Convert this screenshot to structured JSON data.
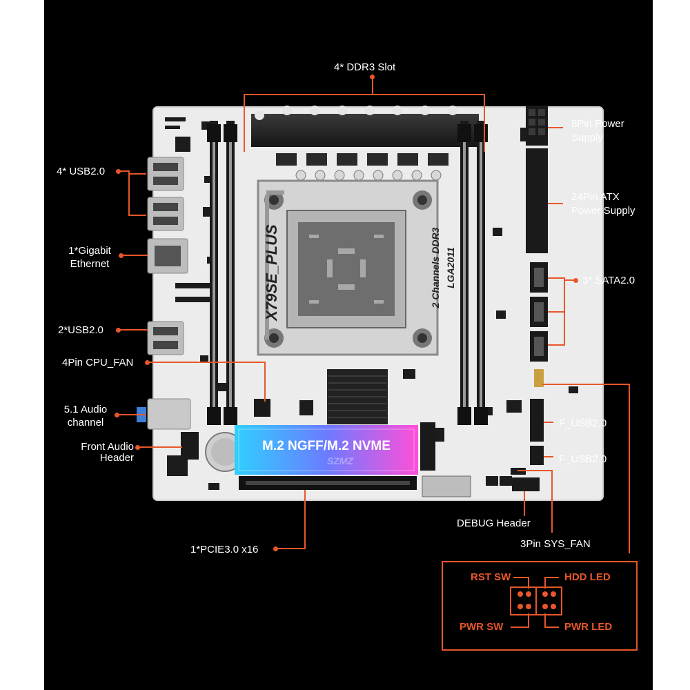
{
  "board": {
    "model": "X79SE_PLUS",
    "chipset_text_line1": "2 Channels DDR3",
    "chipset_text_line2": "LGA2011",
    "m2_label": "M.2 NGFF/M.2 NVME",
    "m2_brand": "SZMZ"
  },
  "labels": {
    "ddr3": "4* DDR3 Slot",
    "usb_rear_4": "4* USB2.0",
    "ethernet_l1": "1*Gigabit",
    "ethernet_l2": "Ethernet",
    "usb_rear_2": "2*USB2.0",
    "cpu_fan": "4Pin CPU_FAN",
    "audio_l1": "5.1 Audio",
    "audio_l2": "channel",
    "front_audio_l1": "Front Audio",
    "front_audio_l2": "Header",
    "pcie": "1*PCIE3.0 x16",
    "power8_l1": "8Pin Power",
    "power8_l2": "Supply",
    "atx24_l1": "24Pin ATX",
    "atx24_l2": "Power Supply",
    "sata": "3* SATA2.0",
    "f_usb_1": "F_USB2.0",
    "f_usb_2": "F_USB2.0",
    "debug": "DEBUG Header",
    "sys_fan": "3Pin SYS_FAN"
  },
  "panel_header": {
    "rst": "RST SW",
    "hdd": "HDD LED",
    "pwr_sw": "PWR SW",
    "pwr_led": "PWR LED"
  },
  "colors": {
    "background": "#000000",
    "accent": "#e8572a",
    "label_text": "#ffffff",
    "board": "#ececec"
  }
}
